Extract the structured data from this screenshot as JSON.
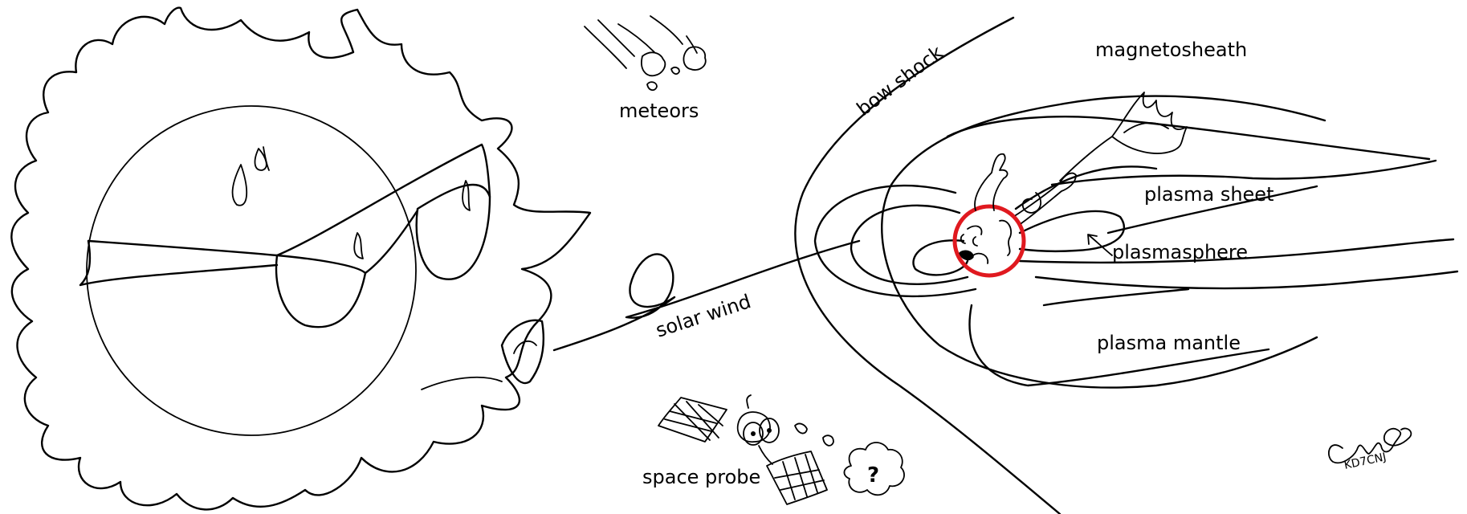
{
  "labels": {
    "meteors": "meteors",
    "bow_shock": "bow shock",
    "magnetosheath": "magnetosheath",
    "plasma_sheet": "plasma sheet",
    "plasmasphere": "plasmasphere",
    "solar_wind": "solar wind",
    "plasma_mantle": "plasma mantle",
    "space_probe": "space probe",
    "question_mark": "?",
    "signature_callsign": "KD7CNJ"
  },
  "colors": {
    "ink": "#000000",
    "earth_outline": "#e0191f",
    "background": "#ffffff"
  }
}
